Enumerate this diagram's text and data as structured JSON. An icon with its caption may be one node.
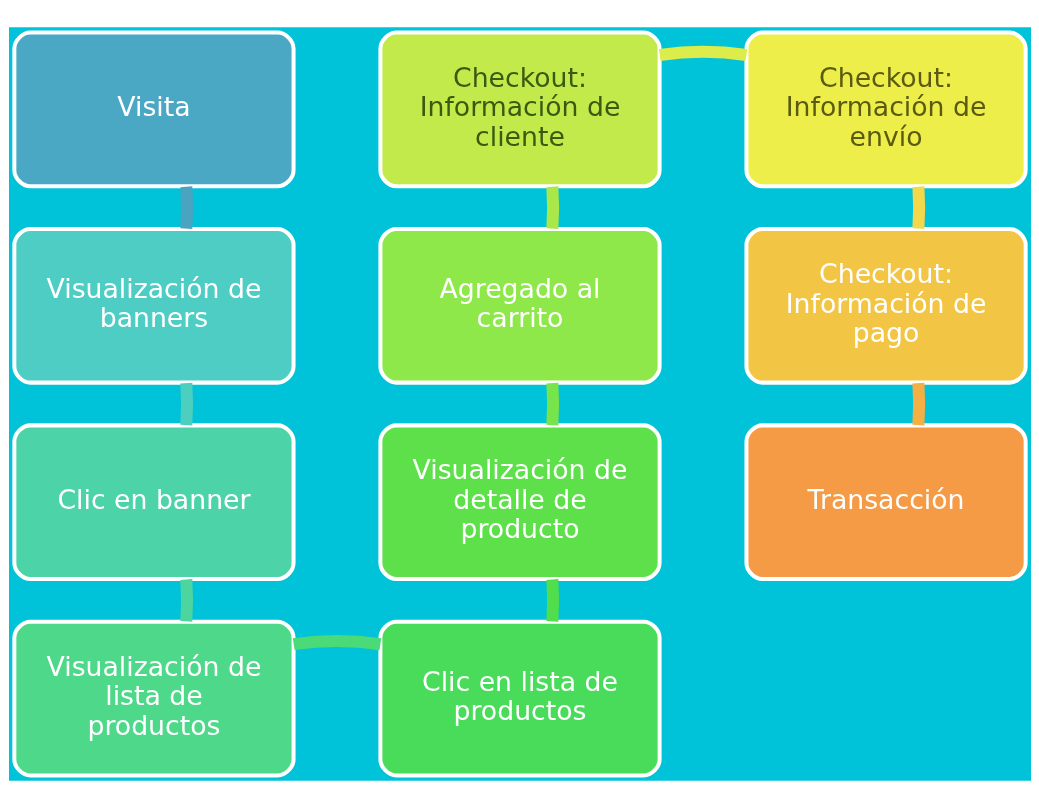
{
  "diagram": {
    "nodes": [
      {
        "text": [
          "Visita"
        ]
      },
      {
        "text": [
          "Visualización de banners"
        ]
      },
      {
        "text": [
          "Clic en banner"
        ]
      },
      {
        "text": [
          "Visualización de lista de productos"
        ]
      },
      {
        "text": [
          "Clic en lista de productos"
        ]
      },
      {
        "text": [
          "Visualización de detalle de producto"
        ]
      },
      {
        "text": [
          "Agregado al carrito"
        ]
      },
      {
        "text": [
          "Checkout: Información de cliente"
        ]
      },
      {
        "text": [
          "Checkout: Información de envío"
        ]
      },
      {
        "text": [
          "Checkout: Información de pago"
        ]
      },
      {
        "text": [
          "Transacción"
        ]
      }
    ],
    "edges": [
      {
        "from": 0,
        "to": 1,
        "arrow": "none",
        "color": "#4aa3c0"
      },
      {
        "from": 1,
        "to": 2,
        "arrow": "none",
        "color": "#4dcfc0"
      },
      {
        "from": 2,
        "to": 3,
        "arrow": "none",
        "color": "#4dd5a0"
      },
      {
        "from": 3,
        "to": 4,
        "arrow": "none",
        "color": "#4ada78"
      },
      {
        "from": 4,
        "to": 5,
        "arrow": "none",
        "color": "#50de4c"
      },
      {
        "from": 5,
        "to": 6,
        "arrow": "none",
        "color": "#76e44a"
      },
      {
        "from": 6,
        "to": 7,
        "arrow": "none",
        "color": "#aae84a"
      },
      {
        "from": 7,
        "to": 8,
        "arrow": "none",
        "color": "#dcec4a"
      },
      {
        "from": 8,
        "to": 9,
        "arrow": "none",
        "color": "#f2d84a"
      },
      {
        "from": 9,
        "to": 10,
        "arrow": "none",
        "color": "#f4b045"
      }
    ]
  }
}
